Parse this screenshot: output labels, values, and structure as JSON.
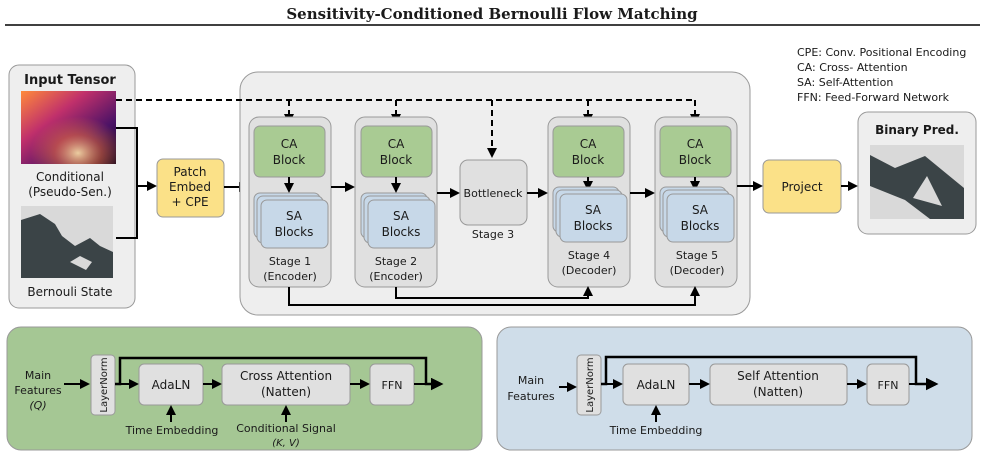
{
  "title": "Sensitivity-Conditioned Bernoulli Flow Matching",
  "legend": [
    "CPE: Conv. Positional Encoding",
    "CA: Cross- Attention",
    "SA: Self-Attention",
    "FFN: Feed-Forward Network"
  ],
  "input": {
    "title": "Input Tensor",
    "conditional": [
      "Conditional",
      "(Pseudo-Sen.)"
    ],
    "bernoulli": "Bernouli State"
  },
  "patch_embed": [
    "Patch",
    "Embed",
    "+ CPE"
  ],
  "blocks": {
    "ca": [
      "CA",
      "Block"
    ],
    "sa": [
      "SA",
      "Blocks"
    ]
  },
  "stages": [
    [
      "Stage 1",
      "(Encoder)"
    ],
    [
      "Stage 2",
      "(Encoder)"
    ],
    [
      "Stage 3"
    ],
    [
      "Stage 4",
      "(Decoder)"
    ],
    [
      "Stage 5",
      "(Decoder)"
    ]
  ],
  "bottleneck": "Bottleneck",
  "project": "Project",
  "output": {
    "title": "Binary Pred."
  },
  "ca_detail": {
    "main_features": [
      "Main",
      "Features",
      "(Q)"
    ],
    "layernorm": "LayerNorm",
    "adaln": "AdaLN",
    "attention": [
      "Cross Attention",
      "(Natten)"
    ],
    "ffn": "FFN",
    "time_embedding": "Time Embedding",
    "conditional_signal": [
      "Conditional Signal",
      "(K, V)"
    ]
  },
  "sa_detail": {
    "main_features": [
      "Main",
      "Features"
    ],
    "layernorm": "LayerNorm",
    "adaln": "AdaLN",
    "attention": [
      "Self Attention",
      "(Natten)"
    ],
    "ffn": "FFN",
    "time_embedding": "Time Embedding"
  },
  "colors": {
    "ca_green": "#a9cb93",
    "sa_blue": "#c7d8e8",
    "yellow": "#fbe188",
    "panel_gray": "#eeeeee",
    "stage_gray": "#e0e0e0",
    "ca_panel_bg": "#a5c794",
    "sa_panel_bg": "#cfdde9"
  }
}
